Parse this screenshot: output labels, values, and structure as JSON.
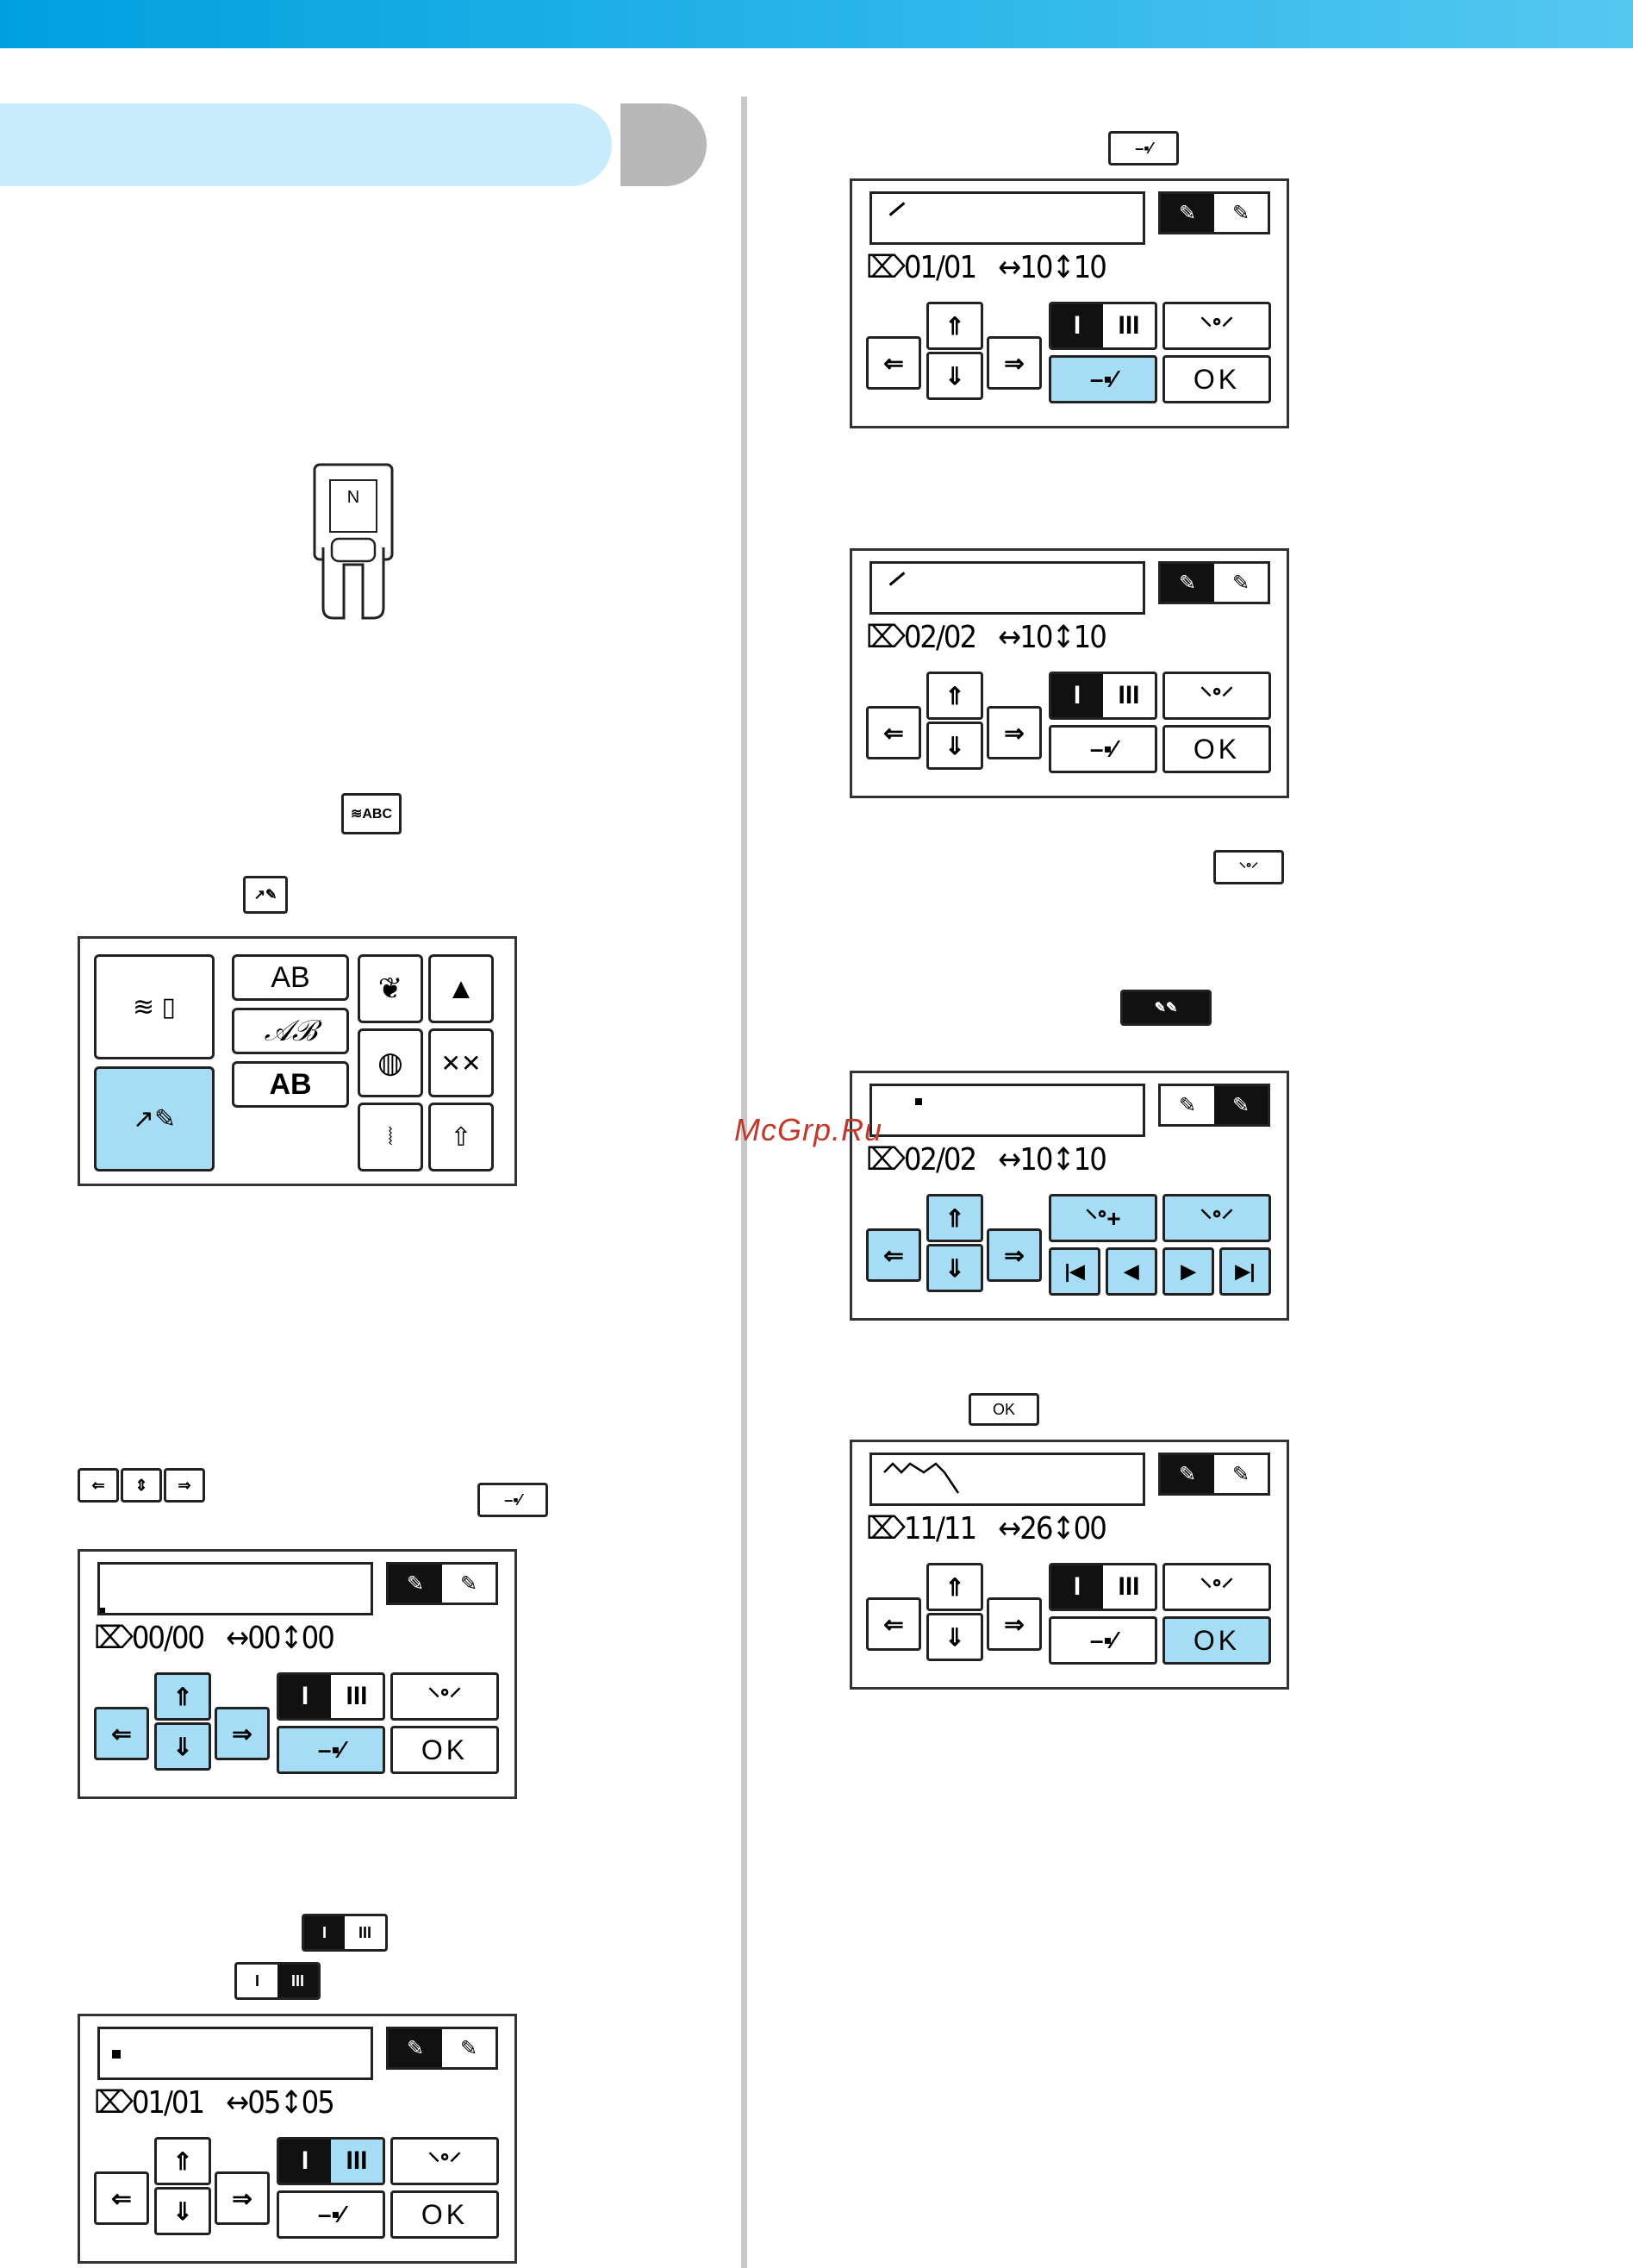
{
  "watermark": "McGrp.Ru",
  "screen_common": {
    "left_arrow": "⇐",
    "up_arrow": "⇑",
    "down_arrow": "⇓",
    "right_arrow": "⇒",
    "toggle_single": "I",
    "toggle_triple": "III",
    "points_minus": "⸌ᐤ⸍",
    "points_plus": "⸌ᐤ+",
    "set_point": "–▪⁄",
    "ok": "OK",
    "nav_first": "|◀",
    "nav_prev": "◀",
    "nav_next": "▶",
    "nav_last": "▶|"
  },
  "pattern_select": {
    "keys": [
      "AB",
      "𝒜ℬ",
      "AB"
    ]
  },
  "screens": [
    {
      "id": "s1",
      "status_count": "00/00",
      "width": "00",
      "height": "00"
    },
    {
      "id": "s2",
      "status_count": "01/01",
      "width": "05",
      "height": "05"
    },
    {
      "id": "s3",
      "status_count": "01/01",
      "width": "10",
      "height": "10"
    },
    {
      "id": "s4",
      "status_count": "02/02",
      "width": "10",
      "height": "10"
    },
    {
      "id": "s5",
      "status_count": "02/02",
      "width": "10",
      "height": "10"
    },
    {
      "id": "s6",
      "status_count": "11/11",
      "width": "26",
      "height": "00"
    }
  ],
  "inline_ok": "OK"
}
